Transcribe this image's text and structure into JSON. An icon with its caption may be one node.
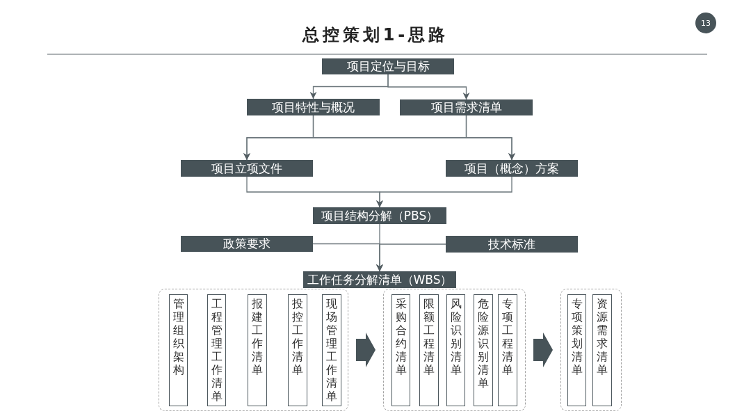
{
  "diagram": {
    "title": "总控策划1-思路",
    "nodes": [
      {
        "text": [
          "项目定位与目标"
        ]
      },
      {
        "text": [
          "项目特性与概况"
        ]
      },
      {
        "text": [
          "项目需求清单"
        ]
      },
      {
        "text": [
          "项目立项文件"
        ]
      },
      {
        "text": [
          "项目（概念）方案"
        ]
      },
      {
        "text": [
          "项目结构分解（PBS）"
        ]
      },
      {
        "text": [
          "政策要求"
        ]
      },
      {
        "text": [
          "技术标准"
        ]
      },
      {
        "text": [
          "工作任务分解清单（WBS）"
        ]
      },
      {
        "text": [],
        "shape": "box"
      },
      {
        "text": [
          "管理组织架构"
        ],
        "in": 9
      },
      {
        "text": [
          "工程管理工作清单"
        ],
        "in": 9
      },
      {
        "text": [
          "报建工作清单"
        ],
        "in": 9
      },
      {
        "text": [
          "投控工作清单"
        ],
        "in": 9
      },
      {
        "text": [
          "现场管理工作清单"
        ],
        "in": 9
      },
      {
        "text": [],
        "shape": "box"
      },
      {
        "text": [
          "采购合约清单"
        ],
        "in": 15
      },
      {
        "text": [
          "限额工程清单"
        ],
        "in": 15
      },
      {
        "text": [
          "风险识别清单"
        ],
        "in": 15
      },
      {
        "text": [
          "危险源识别清单"
        ],
        "in": 15
      },
      {
        "text": [
          "专项工程清单"
        ],
        "in": 15
      },
      {
        "text": [],
        "shape": "box"
      },
      {
        "text": [
          "专项策划清单"
        ],
        "in": 21
      },
      {
        "text": [
          "资源需求清单"
        ],
        "in": 21
      }
    ],
    "edges": [
      {
        "from": 0,
        "to": 1,
        "arrow": "to"
      },
      {
        "from": 0,
        "to": 2,
        "arrow": "to"
      },
      {
        "from": 1,
        "to": 3,
        "arrow": "to"
      },
      {
        "from": 1,
        "to": 4,
        "arrow": "to"
      },
      {
        "from": 2,
        "to": 3,
        "arrow": "to"
      },
      {
        "from": 2,
        "to": 4,
        "arrow": "to"
      },
      {
        "from": 3,
        "to": 5,
        "arrow": "to"
      },
      {
        "from": 4,
        "to": 5,
        "arrow": "to"
      },
      {
        "from": 5,
        "to": 8,
        "arrow": "to"
      },
      {
        "from": 6,
        "to": 8,
        "arrow": "to"
      },
      {
        "from": 7,
        "to": 8,
        "arrow": "to"
      },
      {
        "from": 9,
        "to": 15,
        "arrow": "to"
      },
      {
        "from": 15,
        "to": 21,
        "arrow": "to"
      }
    ],
    "labels": [
      "13"
    ]
  }
}
